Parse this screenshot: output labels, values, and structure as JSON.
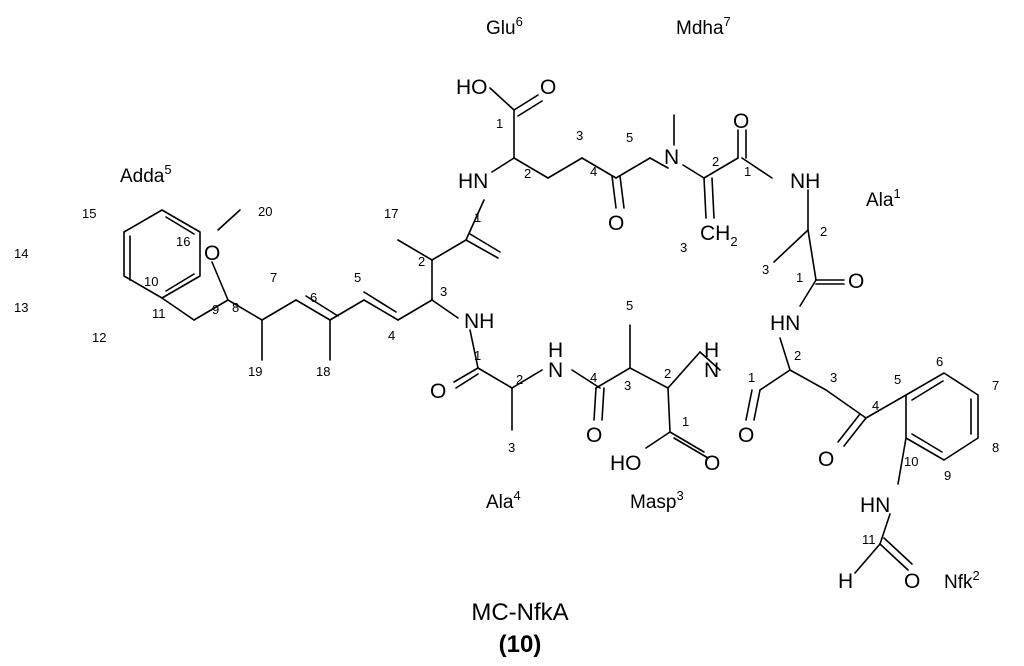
{
  "compound": {
    "name": "MC-NfkA",
    "label": "(10)"
  },
  "residues": [
    {
      "id": "glu6",
      "name": "Glu",
      "sup": "6"
    },
    {
      "id": "mdha7",
      "name": "Mdha",
      "sup": "7"
    },
    {
      "id": "adda5",
      "name": "Adda",
      "sup": "5"
    },
    {
      "id": "ala1",
      "name": "Ala",
      "sup": "1"
    },
    {
      "id": "ala4",
      "name": "Ala",
      "sup": "4"
    },
    {
      "id": "masp3",
      "name": "Masp",
      "sup": "3"
    },
    {
      "id": "nfk2",
      "name": "Nfk",
      "sup": "2"
    }
  ],
  "atoms": {
    "ho_top": "HO",
    "o_top": "O",
    "hn_glu": "HN",
    "o_amide_top": "O",
    "o_mdha": "O",
    "ch2_main": "CH",
    "ch2_sub": "2",
    "o_ala1": "O",
    "nh_ala1": "NH",
    "o_ala1b": "O",
    "hn_nfk": "HN",
    "nh_adda": "NH",
    "o_ala4": "O",
    "h_ala4": "H",
    "n_ala4": "N",
    "o_masp": "O",
    "h_masp": "H",
    "n_masp": "N",
    "o_nfk_amide": "O",
    "ho_masp": "HO",
    "o_masp_acid": "O",
    "o_ketone": "O",
    "hn_formyl": "HN",
    "h_formyl": "H",
    "o_formyl": "O",
    "o_methoxy": "O",
    "n_methyl": "N"
  },
  "locants": {
    "glu_1": "1",
    "glu_2": "2",
    "glu_3": "3",
    "glu_4": "4",
    "glu_5": "5",
    "mdha_2": "2",
    "mdha_1": "1",
    "mdha_3": "3",
    "ala1_2": "2",
    "ala1_3": "3",
    "ala1_1": "1",
    "adda_20": "20",
    "adda_15": "15",
    "adda_16": "16",
    "adda_14": "14",
    "adda_13": "13",
    "adda_12": "12",
    "adda_11": "11",
    "adda_10": "10",
    "adda_9": "9",
    "adda_8": "8",
    "adda_7": "7",
    "adda_6": "6",
    "adda_5": "5",
    "adda_4": "4",
    "adda_3": "3",
    "adda_2": "2",
    "adda_1": "1",
    "adda_17": "17",
    "adda_18": "18",
    "adda_19": "19",
    "ala4_1": "1",
    "ala4_2": "2",
    "ala4_3": "3",
    "masp_4": "4",
    "masp_5": "5",
    "masp_3": "3",
    "masp_2": "2",
    "masp_1": "1",
    "nfk_1": "1",
    "nfk_2": "2",
    "nfk_3": "3",
    "nfk_4": "4",
    "nfk_5": "5",
    "nfk_6": "6",
    "nfk_7": "7",
    "nfk_8": "8",
    "nfk_9": "9",
    "nfk_10": "10",
    "nfk_11": "11"
  }
}
